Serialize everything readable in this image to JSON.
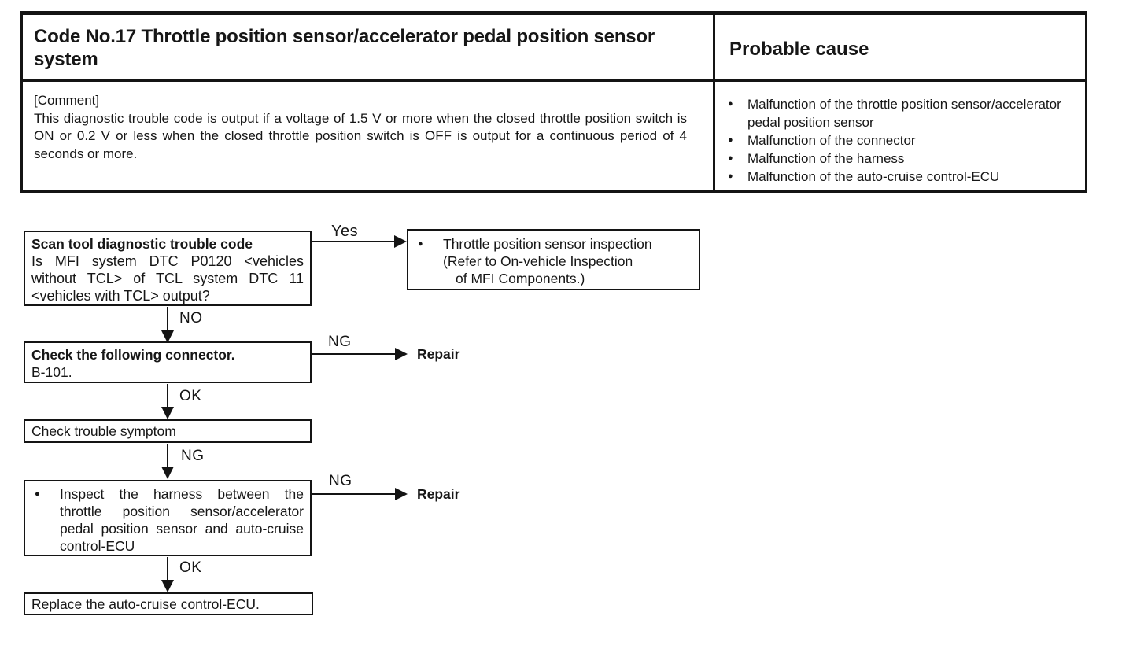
{
  "glyphs": {
    "bullet": "●"
  },
  "header_table": {
    "code_title": "Code No.17 Throttle position sensor/accelerator pedal position sensor system",
    "probable_cause_title": "Probable cause",
    "comment_label": "[Comment]",
    "comment_body": "This diagnostic trouble code is output if a voltage of 1.5 V or more when the closed throttle position switch is ON or 0.2 V or less when the closed throttle position switch is OFF is output for a continuous period of 4 seconds or more.",
    "probable_causes": [
      "Malfunction of the throttle position sensor/​accelerator pedal position sensor",
      "Malfunction of the connector",
      "Malfunction of the harness",
      "Malfunction of the auto-cruise control-ECU"
    ]
  },
  "flowchart": {
    "labels": {
      "yes": "Yes",
      "no": "NO",
      "ok": "OK",
      "ng": "NG",
      "repair": "Repair"
    },
    "scan_tool_box": {
      "title": "Scan tool diagnostic trouble code",
      "question": "Is MFI system DTC P0120 <vehicles without TCL> of TCL system DTC 11 <vehicles with TCL> output?"
    },
    "inspection_box": {
      "item": "Throttle position sensor inspection",
      "ref_line1": "(Refer to On-vehicle Inspection",
      "ref_line2": "of MFI Components.)"
    },
    "connector_box": {
      "title": "Check the following connector.",
      "body": "B-101."
    },
    "symptom_box": "Check trouble symptom",
    "harness_box": "Inspect the harness between the throttle position sensor/accelerator pedal position sensor and auto-cruise control-ECU",
    "replace_box": "Replace the auto-cruise control-ECU."
  }
}
